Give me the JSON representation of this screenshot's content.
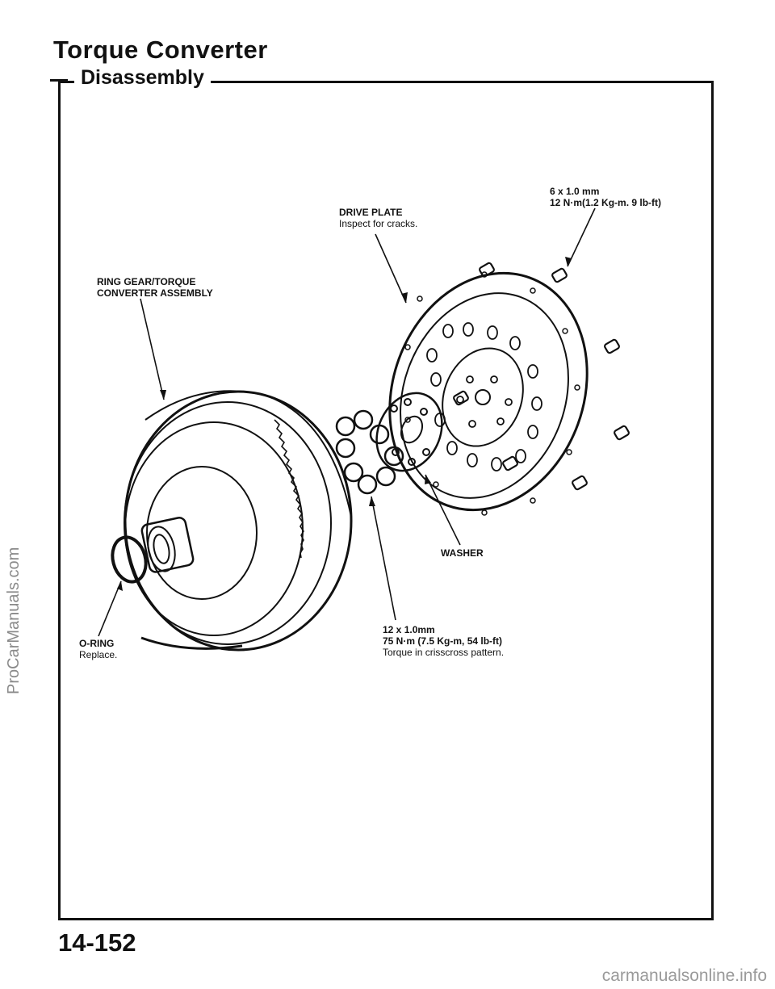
{
  "header": {
    "title": "Torque Converter",
    "section": "Disassembly"
  },
  "labels": {
    "bolt_small_line1": "6 x 1.0 mm",
    "bolt_small_line2": "12 N·m(1.2 Kg-m. 9 lb-ft)",
    "drive_plate": "DRIVE PLATE",
    "drive_plate_note": "Inspect for cracks.",
    "ring_gear_line1": "RING GEAR/TORQUE",
    "ring_gear_line2": "CONVERTER ASSEMBLY",
    "washer": "WASHER",
    "bolt_large_line1": "12  x  1.0mm",
    "bolt_large_line2": "75  N·m  (7.5  Kg-m,  54  lb-ft)",
    "bolt_large_note": "Torque in crisscross pattern.",
    "oring": "O-RING",
    "oring_note": "Replace."
  },
  "footer": {
    "page_number": "14-152",
    "watermark": "carmanualsonline.info"
  },
  "side_watermark": "ProCarManuals.com"
}
